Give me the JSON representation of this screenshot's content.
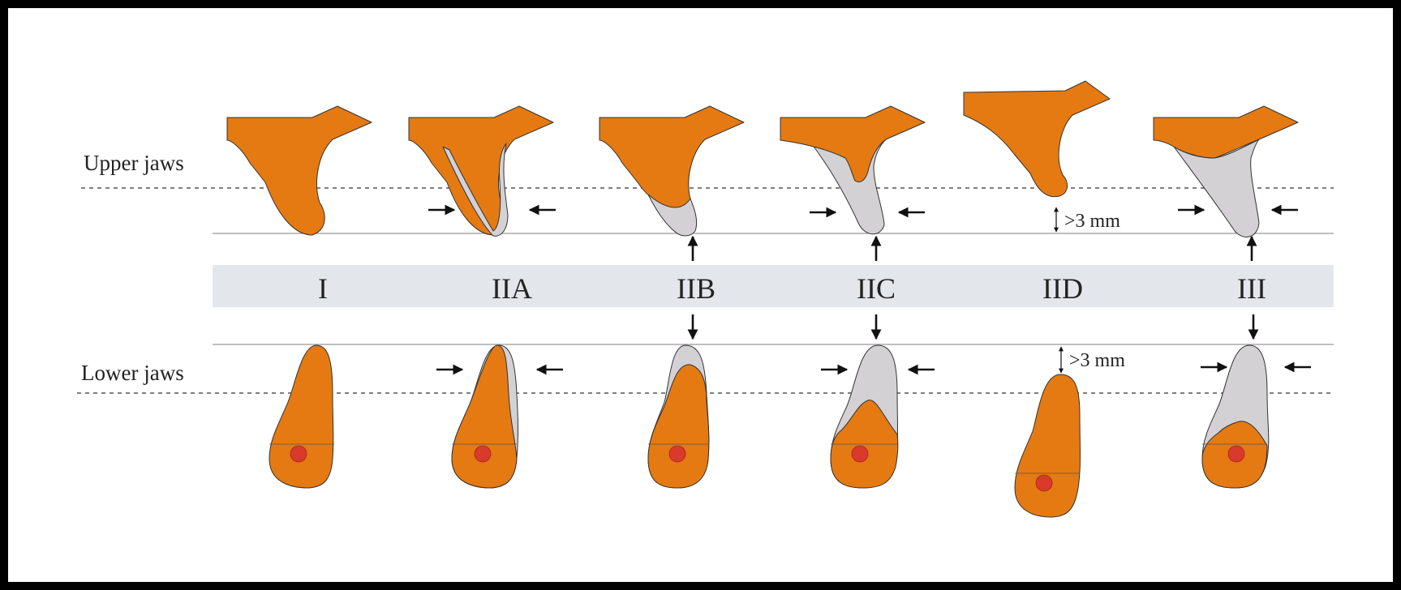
{
  "row_labels": {
    "upper": "Upper jaws",
    "lower": "Lower jaws"
  },
  "measurement_label": ">3 mm",
  "classes": [
    "I",
    "IIA",
    "IIB",
    "IIC",
    "IID",
    "III"
  ],
  "colors": {
    "bone": "#e57a12",
    "graft": "#d3d1d4",
    "nerve": "#d93a2a",
    "band": "#e3e6ea",
    "background": "#ffffff",
    "frame": "#000000"
  }
}
